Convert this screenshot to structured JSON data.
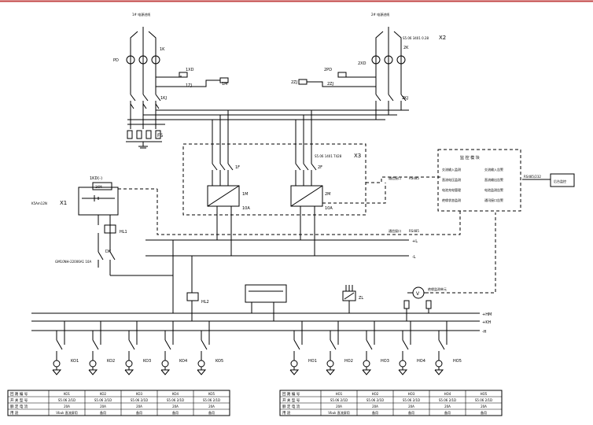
{
  "labels": {
    "incoming1": "1# 电源进线",
    "incoming2": "2# 电源进线",
    "pd1": "PD",
    "k1": "1K",
    "xd1": "1XD",
    "m1": "1M",
    "zj1": "1ZJ",
    "zj1b": "2ZJ",
    "j1": "1KJ",
    "fs": "FS",
    "pd2": "2PD",
    "k2": "2K",
    "xd2": "2XD",
    "zj2": "2ZJ",
    "j2": "2KJ",
    "spec_right": "S5.06 3401 0.28",
    "x2": "X2",
    "x3": "X3",
    "rect_spec": "S5.06 1401 T428",
    "rect1_name": "1M",
    "rect1_amp": "10A",
    "rect2_name": "2M",
    "rect2_amp": "10A",
    "f1": "1F",
    "f2": "2F",
    "x1_left": "K5Am12N",
    "x1": "X1",
    "battery_top": "1KD(-)",
    "battery_mid": "1KM",
    "dk": "DK",
    "dk_spec": "GM10NH-22006A1 10A",
    "hl1": "HL1",
    "hl2": "HL2",
    "to_monitor1": "通信接口",
    "rs485_1": "RS485",
    "to_monitor2": "通信接口",
    "rs485_2": "RS485",
    "plus_l": "+L",
    "minus_l": "-L",
    "bus_hm": "+HM",
    "bus_kh": "+KH",
    "bus_h": "-H",
    "monitor_title": "监 控 模 块",
    "monitor_rows": [
      "交流输入监测",
      "直流电压监测",
      "电池充电管理",
      "绝缘状态监测"
    ],
    "monitor_rows_r": [
      "交流输入告警",
      "直流输出告警",
      "电池监测告警",
      "通讯接口告警"
    ],
    "rs232": "RS485/232",
    "upper_box": "后台监控",
    "dvm": "V",
    "insulation": "绝缘监测单元",
    "zl": "ZL",
    "feeders_left": [
      "KO1",
      "KO2",
      "KO3",
      "KO4",
      "KO5"
    ],
    "feeders_right": [
      "HO1",
      "HO2",
      "HO3",
      "HO4",
      "HO5"
    ]
  },
  "tables": {
    "left": {
      "row_headers": [
        "回 路 编 号",
        "开 关 型 号",
        "额 定 电 流",
        "用 途"
      ],
      "cols": [
        [
          "KO1",
          "S5.06 2/1D",
          "20A",
          "Vbuk 直流屏用"
        ],
        [
          "KO2",
          "S5.06 2/1D",
          "20A",
          "备用"
        ],
        [
          "KO3",
          "S5.06 2/1D",
          "20A",
          "备用"
        ],
        [
          "KO4",
          "S5.06 2/1D",
          "20A",
          "备用"
        ],
        [
          "KO5",
          "S5.06 2/1D",
          "20A",
          "备用"
        ]
      ]
    },
    "right": {
      "row_headers": [
        "回 路 编 号",
        "开 关 型 号",
        "额 定 电 流",
        "用 途"
      ],
      "cols": [
        [
          "HO1",
          "S5.06 2/1D",
          "20A",
          "Vbuk 直流屏用"
        ],
        [
          "HO2",
          "S5.06 2/1D",
          "20A",
          "备用"
        ],
        [
          "HO3",
          "S5.06 2/1D",
          "20A",
          "备用"
        ],
        [
          "HO4",
          "S5.06 2/1D",
          "20A",
          "备用"
        ],
        [
          "HO5",
          "S5.06 2/1D",
          "20A",
          "备用"
        ]
      ]
    }
  }
}
